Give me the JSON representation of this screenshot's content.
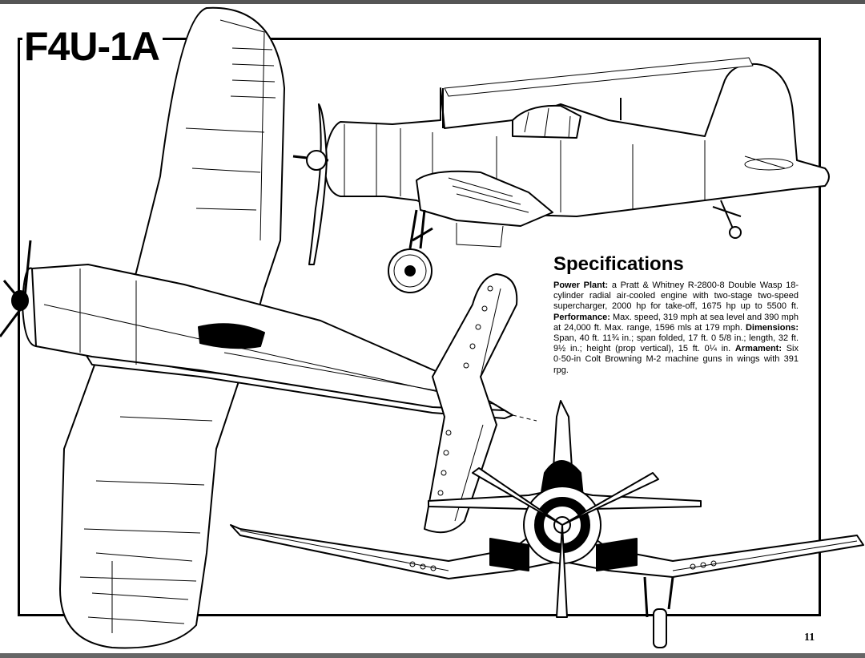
{
  "page": {
    "title": "F4U-1A",
    "page_number": "11"
  },
  "specifications": {
    "heading": "Specifications",
    "power_plant_label": "Power Plant:",
    "power_plant_text": " a Pratt & Whitney R-2800-8 Double Wasp 18-cylinder radial air-cooled engine with two-stage two-speed supercharger, 2000 hp for take-off, 1675 hp up to 5500 ft. ",
    "performance_label": "Performance:",
    "performance_text": " Max. speed, 319 mph at sea level and 390 mph at 24,000 ft. Max. range, 1596 mls at 179 mph. ",
    "dimensions_label": "Dimensions:",
    "dimensions_text": " Span, 40 ft. 11¾ in.; span folded, 17 ft. 0 5/8 in.; length, 32 ft. 9½ in.; height (prop vertical), 15 ft. 0¼ in. ",
    "armament_label": "Armament:",
    "armament_text": " Six 0·50-in Colt Browning M-2 machine guns in wings with 391 rpg."
  }
}
